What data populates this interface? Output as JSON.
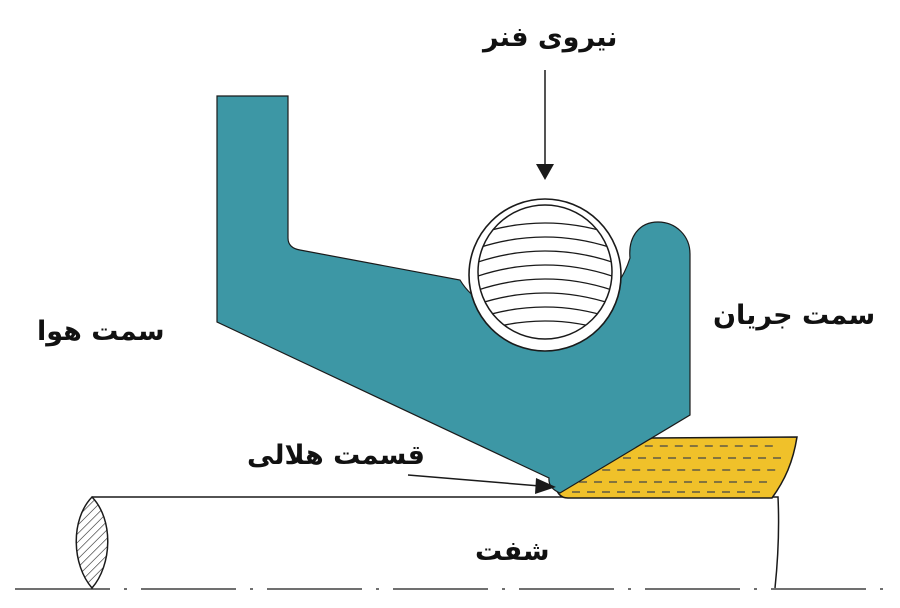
{
  "labels": {
    "spring_force": "نیروی فنر",
    "flow_side": "سمت جریان",
    "air_side": "سمت هوا",
    "crescent_part": "قسمت هلالی",
    "shaft": "شفت"
  },
  "colors": {
    "seal_body": "#3d97a5",
    "fluid_film": "#f0c12a",
    "outline": "#1a1a1a",
    "spring_ring": "#ffffff",
    "text": "#111111"
  },
  "spring": {
    "coil_count": 8
  }
}
